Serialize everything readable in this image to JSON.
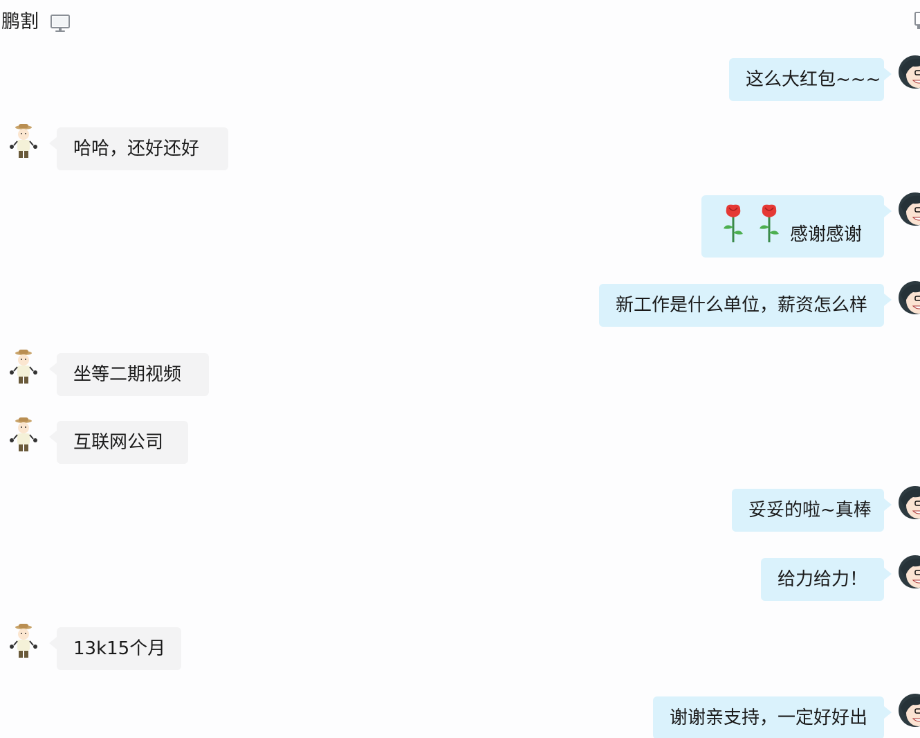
{
  "contact": {
    "name": "鹏割",
    "device_icon": "monitor-icon"
  },
  "messages": [
    {
      "side": "out",
      "text": "这么大红包~~~"
    },
    {
      "side": "in",
      "text": "哈哈，还好还好"
    },
    {
      "side": "out",
      "text": "感谢感谢",
      "emoji": [
        "rose-icon",
        "rose-icon"
      ]
    },
    {
      "side": "out",
      "text": "新工作是什么单位，薪资怎么样"
    },
    {
      "side": "in",
      "text": "坐等二期视频"
    },
    {
      "side": "in",
      "text": "互联网公司"
    },
    {
      "side": "out",
      "text": "妥妥的啦~真棒"
    },
    {
      "side": "out",
      "text": "给力给力！"
    },
    {
      "side": "in",
      "text": "13k15个月"
    },
    {
      "side": "out",
      "text": "谢谢亲支持，一定好好出"
    }
  ],
  "colors": {
    "incoming_bubble": "#f3f3f4",
    "outgoing_bubble": "#daf2fc",
    "background": "#fdfdfe"
  }
}
